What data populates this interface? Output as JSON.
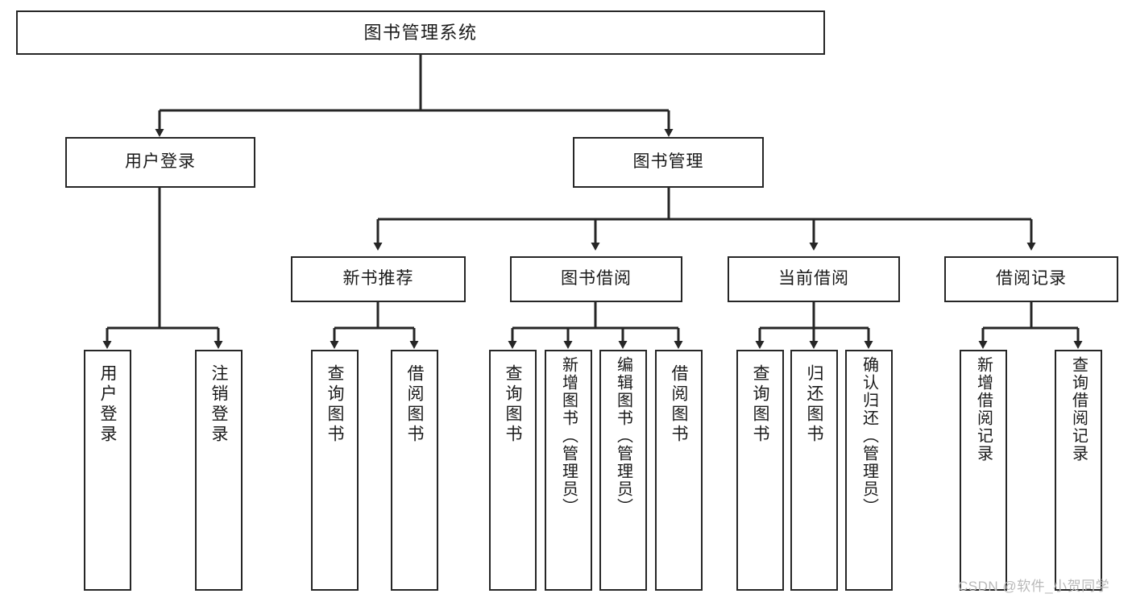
{
  "diagram": {
    "title": "图书管理系统",
    "root": {
      "label": "图书管理系统"
    },
    "level1": [
      {
        "label": "用户登录"
      },
      {
        "label": "图书管理"
      }
    ],
    "level2": [
      {
        "label": "新书推荐"
      },
      {
        "label": "图书借阅"
      },
      {
        "label": "当前借阅"
      },
      {
        "label": "借阅记录"
      }
    ],
    "leaves": {
      "user_login": [
        {
          "label": "用户登录"
        },
        {
          "label": "注销登录"
        }
      ],
      "new_book_recommend": [
        {
          "label": "查询图书"
        },
        {
          "label": "借阅图书"
        }
      ],
      "book_borrow": [
        {
          "label": "查询图书"
        },
        {
          "label": "新增图书（管理员）"
        },
        {
          "label": "编辑图书（管理员）"
        },
        {
          "label": "借阅图书"
        }
      ],
      "current_borrow": [
        {
          "label": "查询图书"
        },
        {
          "label": "归还图书"
        },
        {
          "label": "确认归还（管理员）"
        }
      ],
      "borrow_record": [
        {
          "label": "新增借阅记录"
        },
        {
          "label": "查询借阅记录"
        }
      ]
    }
  },
  "watermark": {
    "text": "CSDN @软件_小贺同学"
  },
  "colors": {
    "stroke": "#262626",
    "box_fill": "#ffffff",
    "text": "#1a1a1a",
    "watermark": "#b9b9b9",
    "background": "#ffffff"
  }
}
